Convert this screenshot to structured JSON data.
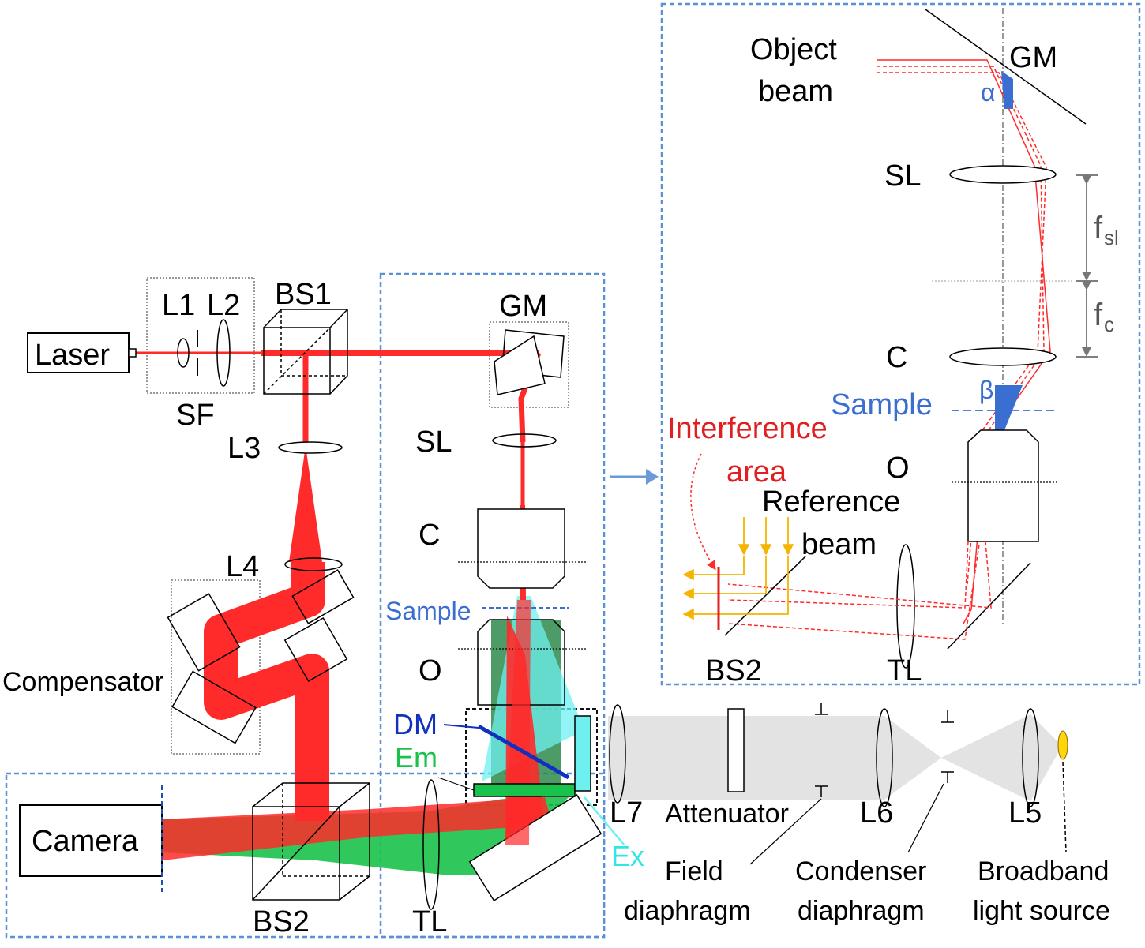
{
  "components": {
    "laser": "Laser",
    "l1": "L1",
    "l2": "L2",
    "sf": "SF",
    "bs1": "BS1",
    "l3": "L3",
    "l4": "L4",
    "compensator": "Compensator",
    "camera": "Camera",
    "bs2": "BS2",
    "tl": "TL",
    "gm": "GM",
    "sl": "SL",
    "c": "C",
    "sample": "Sample",
    "o": "O",
    "dm": "DM",
    "em": "Em",
    "ex": "Ex",
    "l7": "L7",
    "attenuator": "Attenuator",
    "l6": "L6",
    "l5": "L5",
    "field_diaphragm": [
      "Field",
      "diaphragm"
    ],
    "condenser_diaphragm": [
      "Condenser",
      "diaphragm"
    ],
    "broadband_source": [
      "Broadband",
      "light source"
    ]
  },
  "inset": {
    "object_beam": [
      "Object",
      "beam"
    ],
    "gm": "GM",
    "alpha": "α",
    "sl": "SL",
    "f_sl": "f",
    "f_sl_sub": "sl",
    "f_c": "f",
    "f_c_sub": "c",
    "c": "C",
    "beta": "β",
    "sample": "Sample",
    "interference_area": [
      "Interference",
      "area"
    ],
    "o": "O",
    "reference_beam": [
      "Reference",
      "beam"
    ],
    "bs2": "BS2",
    "tl": "TL"
  },
  "colors": {
    "laser_red": "#ff2a2a",
    "dashed_box": "#5b8fd6",
    "sample_blue": "#3a6fd1",
    "fluor_green": "#2e8b4e",
    "em_green": "#19c24a",
    "ex_cyan": "#6ef0f0",
    "dm_blue": "#1030c0",
    "source_yellow": "#ffd60a",
    "gray_beam": "#e3e3e3"
  }
}
